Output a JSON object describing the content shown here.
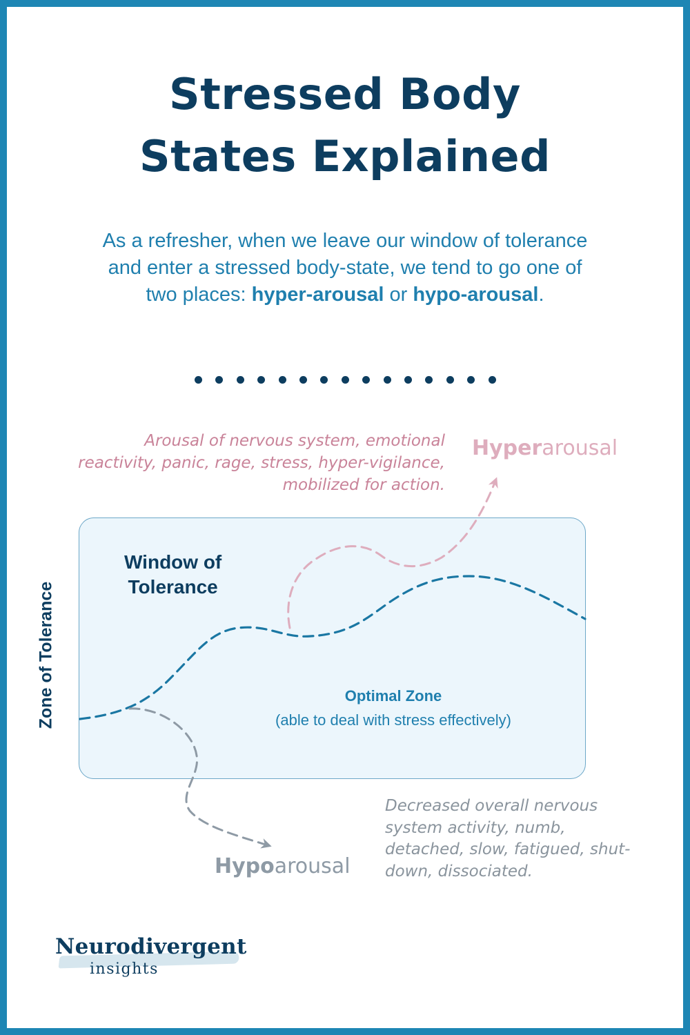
{
  "title": {
    "line1": "Stressed Body",
    "line2": "States Explained"
  },
  "intro": {
    "text_before": "As a refresher, when we leave our window of tolerance and enter a stressed body-state, we tend to go one of two places: ",
    "hyper_term": "hyper-arousal",
    "connector": " or ",
    "hypo_term": "hypo-arousal",
    "end": "."
  },
  "separator": {
    "dot_count": 15
  },
  "hyper": {
    "label_bold": "Hyper",
    "label_rest": "arousal",
    "description": "Arousal of nervous system, emotional reactivity, panic, rage, stress, hyper-vigilance, mobilized for action."
  },
  "window": {
    "line1": "Window of",
    "line2": "Tolerance"
  },
  "axis_label": "Zone of Tolerance",
  "optimal": {
    "title": "Optimal Zone",
    "subtitle": "(able to deal with stress effectively)"
  },
  "hypo": {
    "label_bold": "Hypo",
    "label_rest": "arousal",
    "description": "Decreased overall nervous system activity, numb, detached, slow, fatigued, shut-down, dissociated."
  },
  "logo": {
    "main": "Neurodivergent",
    "sub": "insights"
  },
  "colors": {
    "navy": "#0d3d5f",
    "blue": "#1f7fae",
    "border": "#1e86b4",
    "hyper_pink": "#deadbd",
    "hyper_text": "#c98399",
    "hypo_gray": "#8e9aa5",
    "zone_fill": "#ecf6fc"
  }
}
